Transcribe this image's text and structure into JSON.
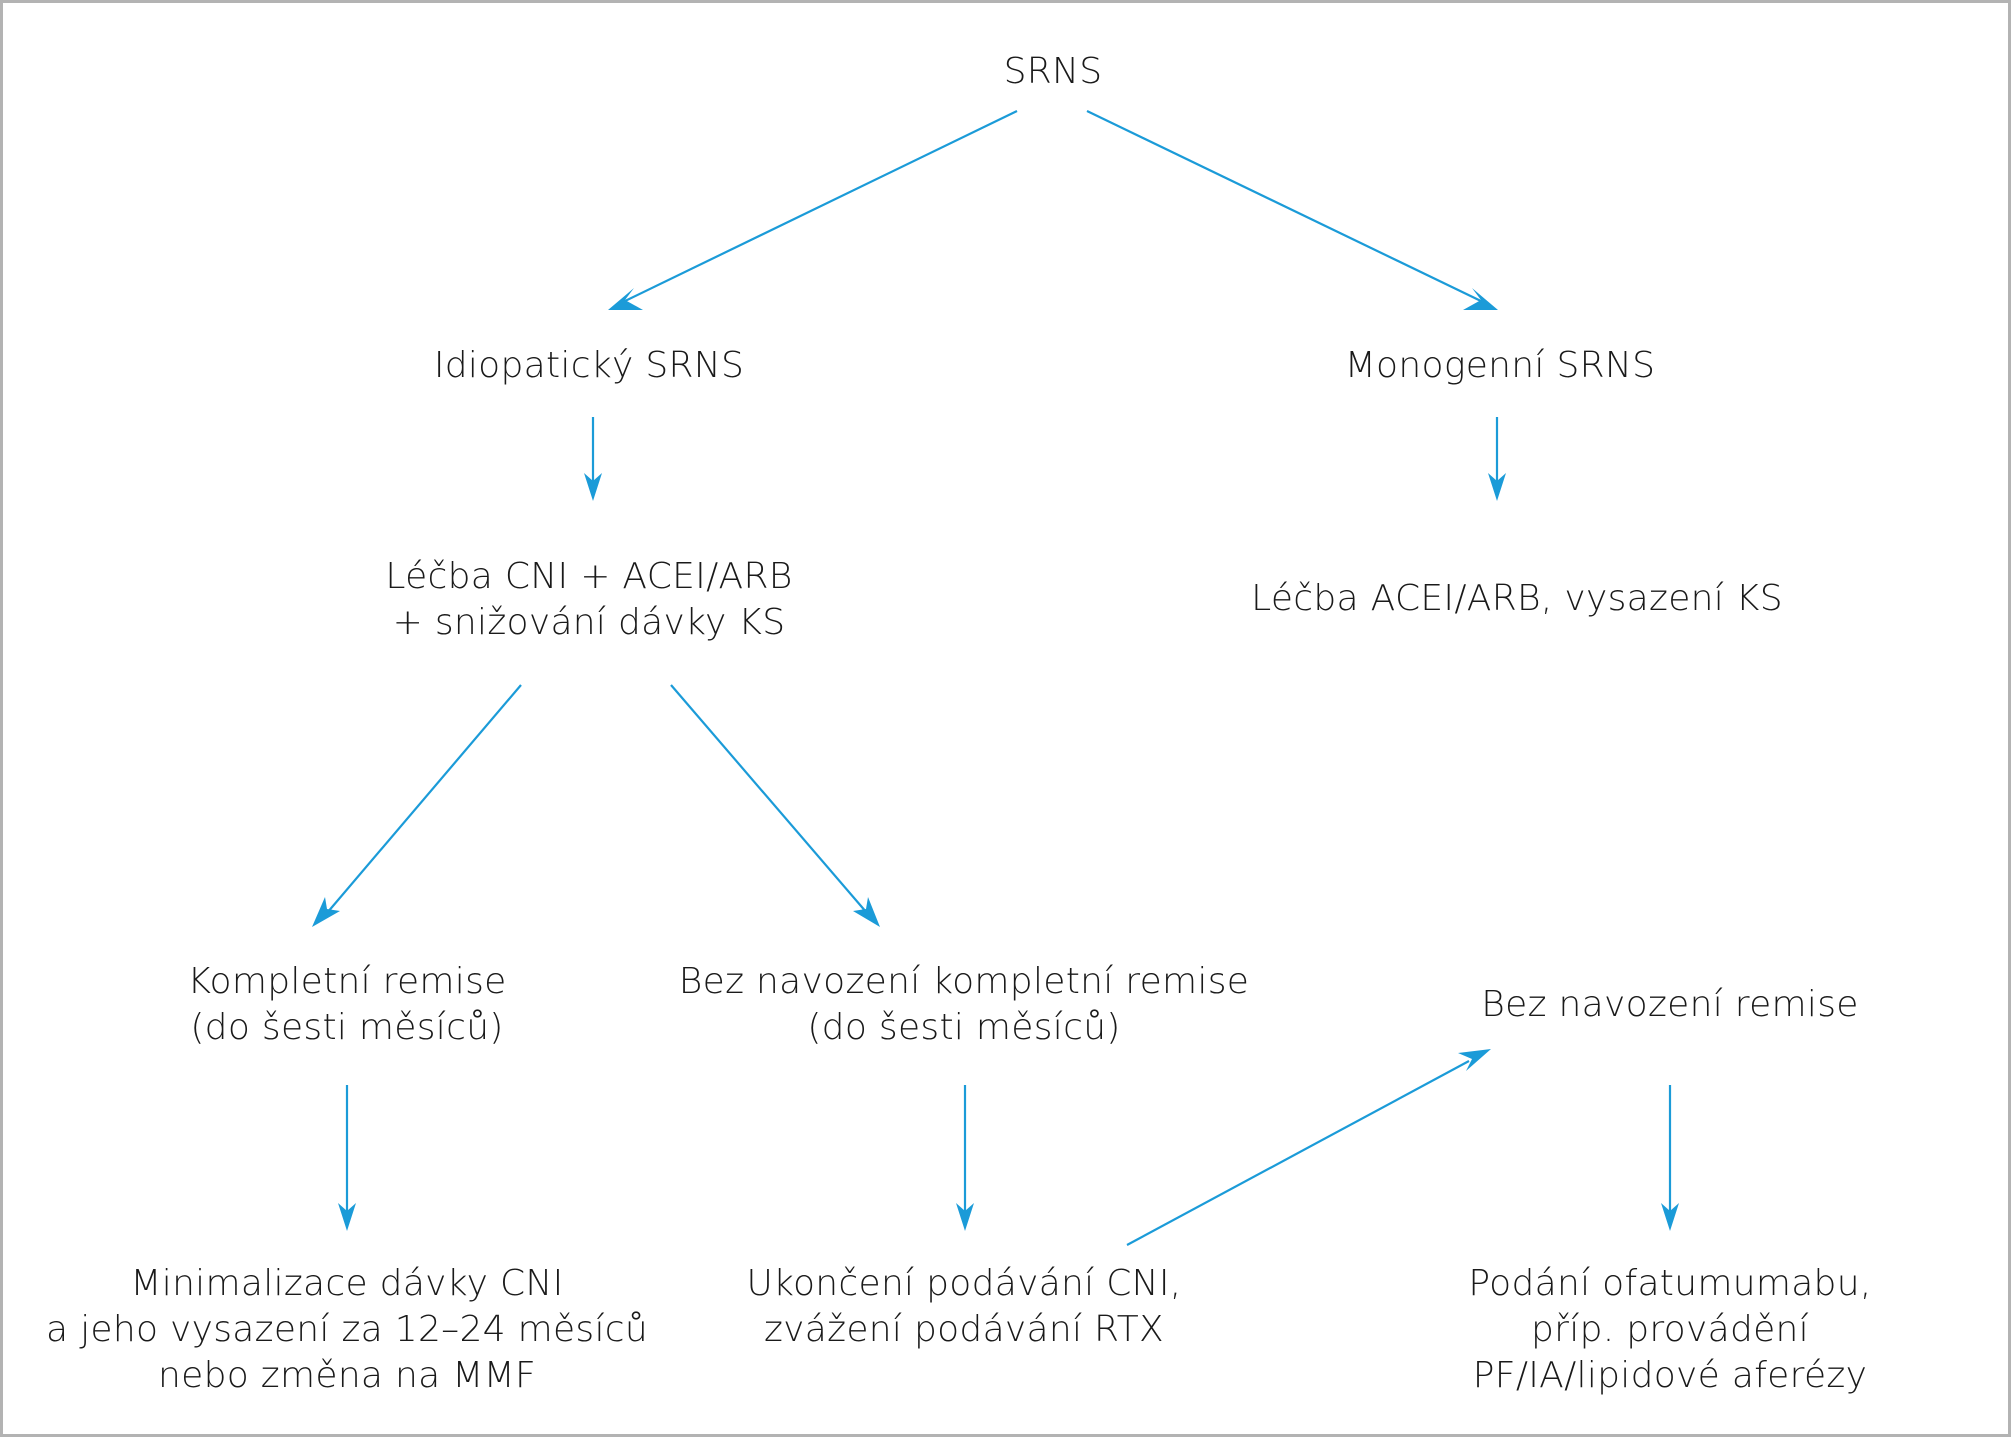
{
  "diagram": {
    "accent_color": "#1b9bd8",
    "nodes": {
      "srns": {
        "lines": [
          "SRNS"
        ]
      },
      "idiopathic": {
        "lines": [
          "Idiopatický SRNS"
        ]
      },
      "monogenic": {
        "lines": [
          "Monogenní SRNS"
        ]
      },
      "treatment_cni": {
        "lines": [
          "Léčba CNI + ACEI/ARB",
          "+ snižování dávky KS"
        ]
      },
      "treatment_acei": {
        "lines": [
          "Léčba ACEI/ARB, vysazení KS"
        ]
      },
      "complete_remission": {
        "lines": [
          "Kompletní remise",
          "(do šesti měsíců)"
        ]
      },
      "no_complete_remission": {
        "lines": [
          "Bez navození kompletní remise",
          "(do šesti měsíců)"
        ]
      },
      "no_remission": {
        "lines": [
          "Bez navození remise"
        ]
      },
      "minimize_cni": {
        "lines": [
          "Minimalizace dávky CNI",
          "a jeho vysazení za 12–24 měsíců",
          "nebo změna na MMF"
        ]
      },
      "stop_cni": {
        "lines": [
          "Ukončení podávání CNI,",
          "zvážení podávání RTX"
        ]
      },
      "ofatumumab": {
        "lines": [
          "Podání ofatumumabu,",
          "příp. provádění",
          "PF/IA/lipidové aferézy"
        ]
      }
    }
  }
}
